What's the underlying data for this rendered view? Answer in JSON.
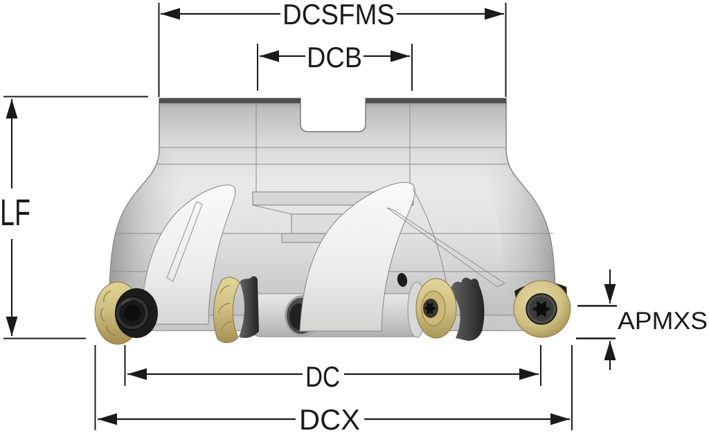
{
  "drawing": {
    "background": "#ffffff"
  },
  "dimensions": {
    "dcsfms": {
      "label": "DCSFMS"
    },
    "dcb": {
      "label": "DCB"
    },
    "lf": {
      "label": "LF"
    },
    "dc": {
      "label": "DC"
    },
    "dcx": {
      "label": "DCX"
    },
    "apmxs": {
      "label": "APMXS"
    }
  },
  "colors": {
    "dimension_line": "#1a1a1a",
    "label_text": "#1a1a1a",
    "body_light": "#ececec",
    "body_mid": "#c9c9c9",
    "body_dark": "#8f8f8f",
    "blade_light": "#f7f7f5",
    "insert_gold": "#cfc083",
    "insert_gold_dark": "#9b8648",
    "screw_gray": "#3d3d3d",
    "screw_black": "#121212",
    "background": "#ffffff"
  }
}
